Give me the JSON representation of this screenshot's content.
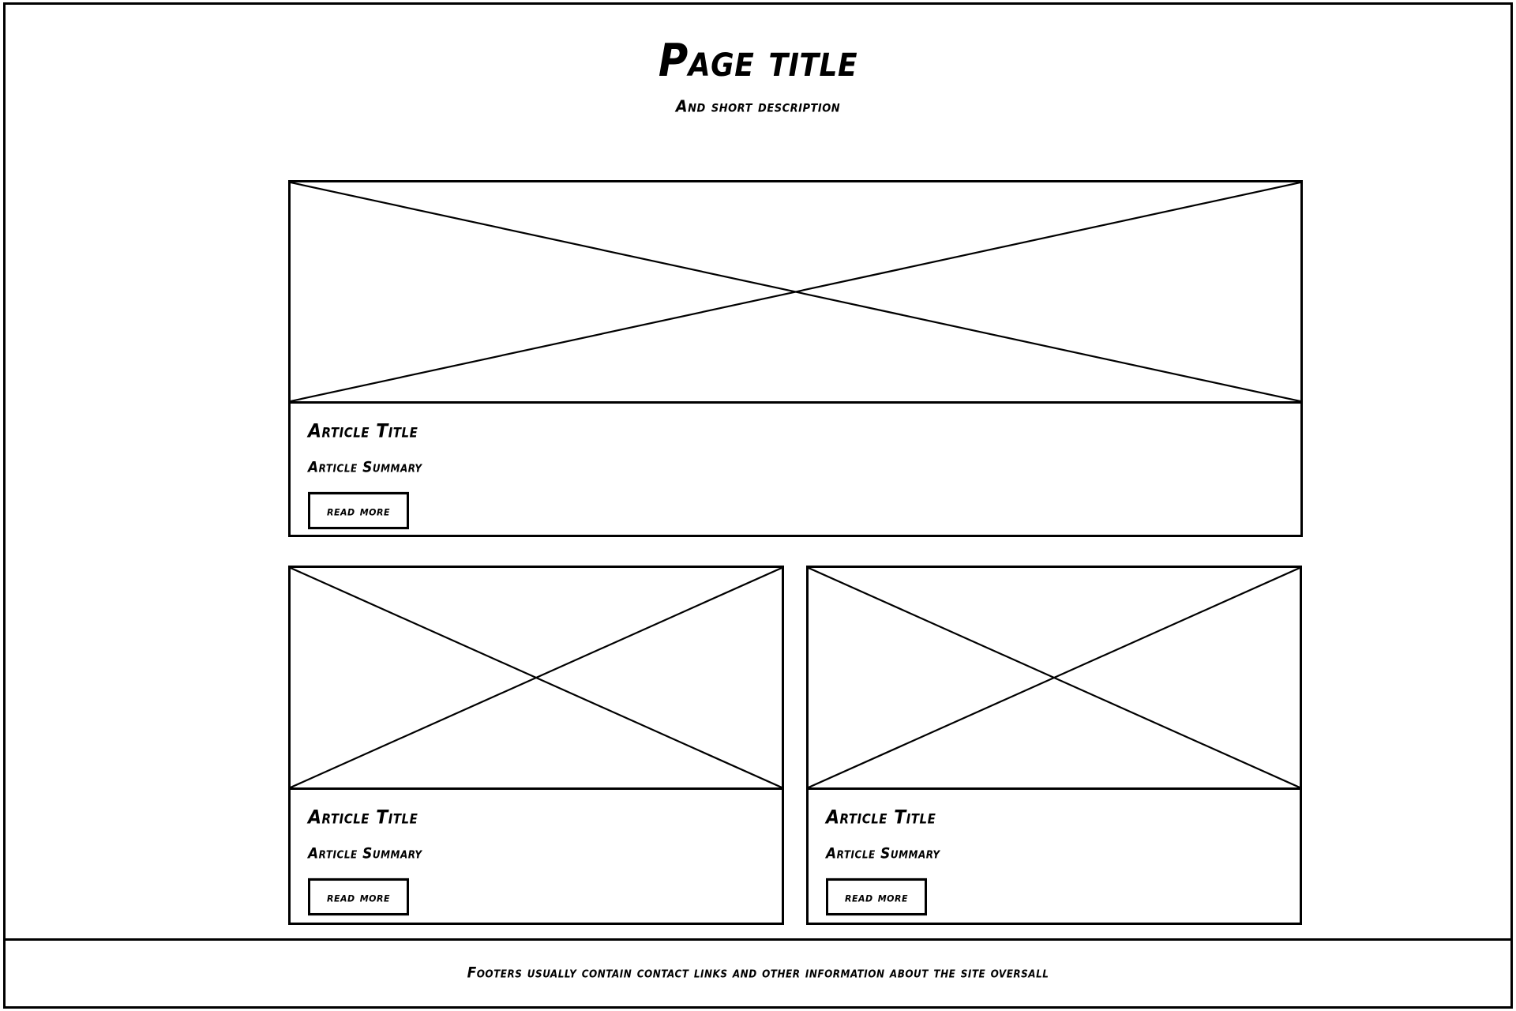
{
  "header": {
    "title": "Page title",
    "subtitle": "And short description"
  },
  "cards": [
    {
      "id": "hero",
      "image_placeholder": "crossed-box-image-placeholder",
      "title": "Article Title",
      "summary": "Article Summary",
      "button_label": "read more"
    },
    {
      "id": "left",
      "image_placeholder": "crossed-box-image-placeholder",
      "title": "Article Title",
      "summary": "Article Summary",
      "button_label": "read more"
    },
    {
      "id": "right",
      "image_placeholder": "crossed-box-image-placeholder",
      "title": "Article Title",
      "summary": "Article Summary",
      "button_label": "read more"
    }
  ],
  "footer": {
    "text": "Footers usually contain contact links and other information about the site oversall"
  },
  "colors": {
    "ink": "#000000",
    "paper": "#ffffff"
  }
}
